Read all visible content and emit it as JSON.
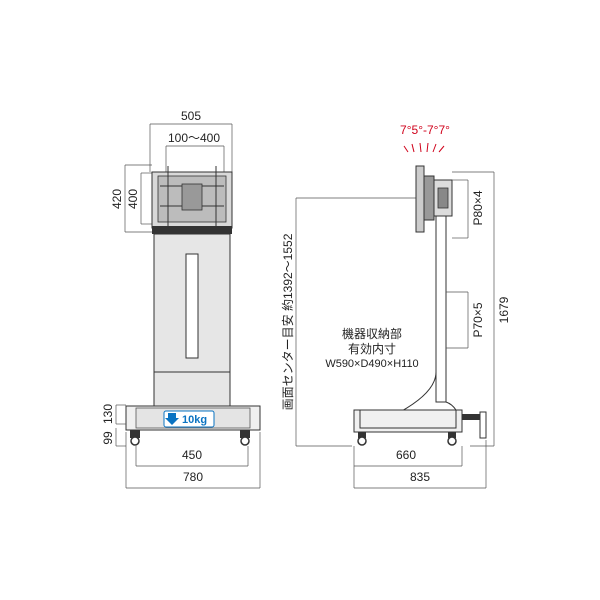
{
  "colors": {
    "tilt": "#d0021b",
    "weight_badge": "#0a73c2",
    "outline": "#333333",
    "fill": "#e6e6e6"
  },
  "front_view": {
    "width_top": "505",
    "vesa_width": "100～400",
    "height_outer": "420",
    "height_inner": "400",
    "dim_130": "130",
    "dim_99": "99",
    "base_inner": "450",
    "base_outer": "780",
    "weight": "10kg"
  },
  "side_view": {
    "tilt": "7°5°-7°7°",
    "p80": "P80×4",
    "p70": "P70×5",
    "total_height": "1679",
    "screen_center": "画面センター目安 約1392～1552",
    "storage_title": "機器収納部",
    "storage_sub": "有効内寸",
    "storage_dims": "W590×D490×H110",
    "base_inner": "660",
    "base_outer": "835"
  },
  "icons": {
    "weight_arrow": "down-arrow-icon",
    "tilt_arcs": "tilt-arc-icon"
  }
}
